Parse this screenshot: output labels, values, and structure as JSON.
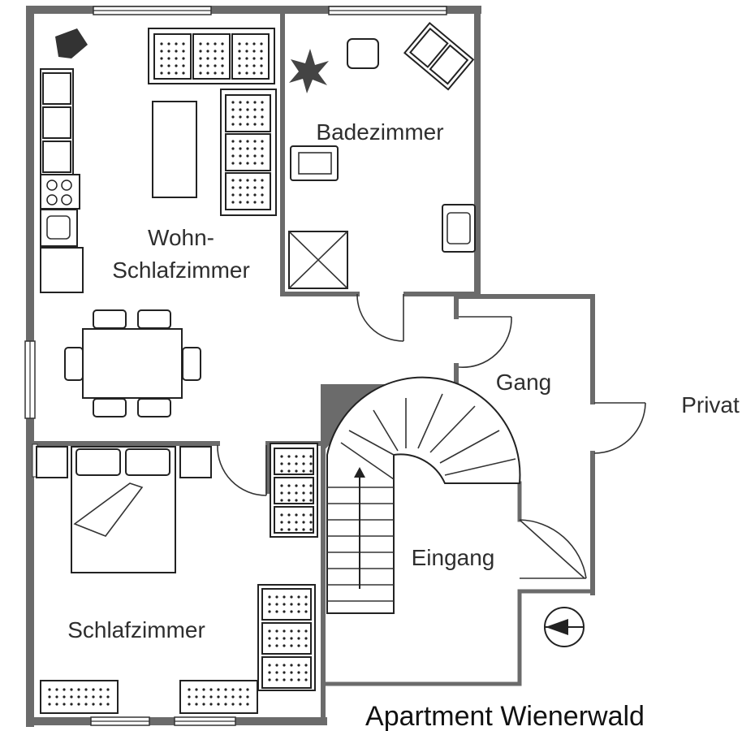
{
  "plan": {
    "title": "Apartment Wienerwald",
    "rooms": {
      "living_line1": "Wohn-",
      "living_line2": "Schlafzimmer",
      "bathroom": "Badezimmer",
      "hallway": "Gang",
      "private": "Privat",
      "entrance": "Eingang",
      "bedroom": "Schlafzimmer"
    },
    "colors": {
      "wall": "#6b6b6b",
      "line": "#222222",
      "background": "#ffffff"
    }
  }
}
